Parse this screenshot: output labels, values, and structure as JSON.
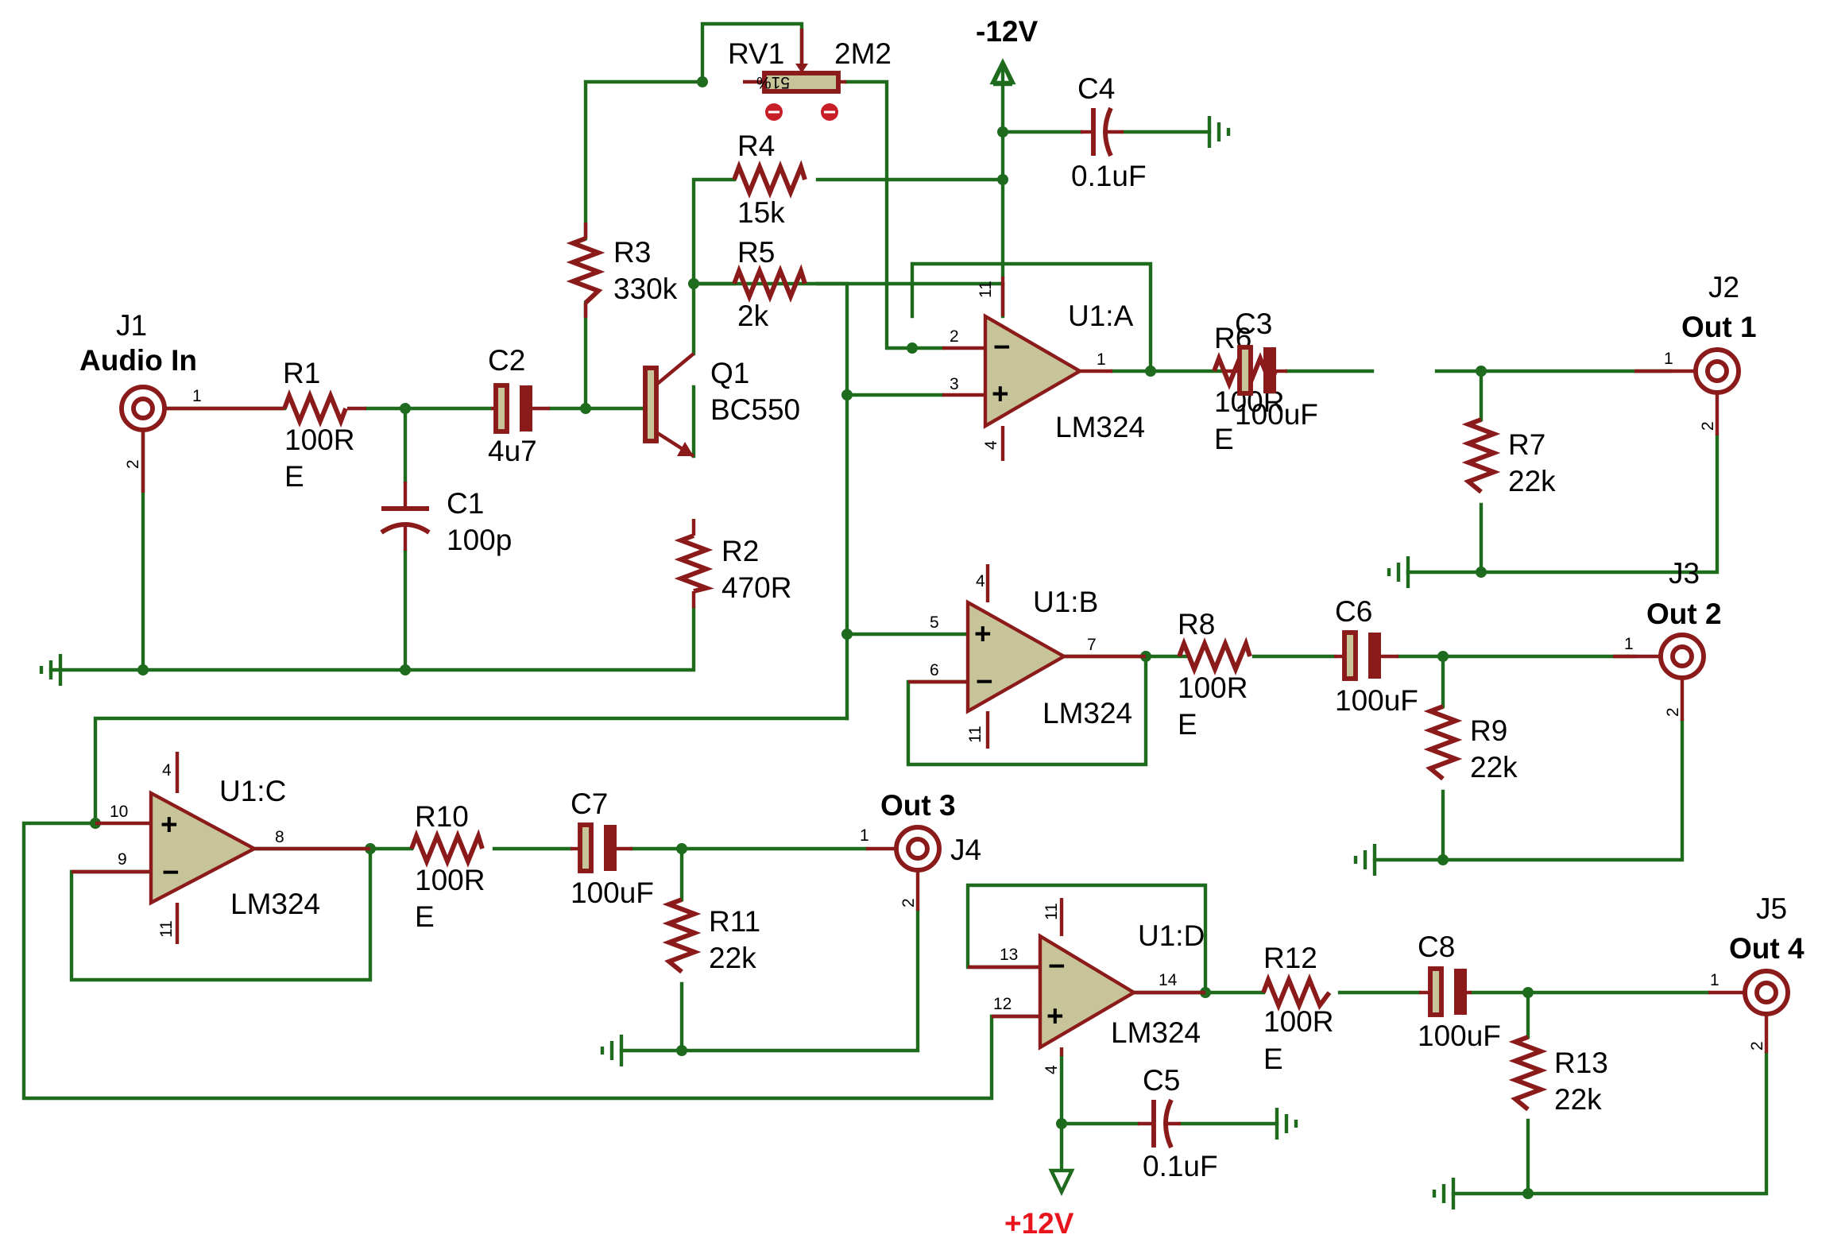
{
  "power": {
    "neg": "-12V",
    "pos": "+12V"
  },
  "components": {
    "J1": {
      "ref": "J1",
      "label": "Audio In",
      "pin1": "1",
      "pin2": "2"
    },
    "J2": {
      "ref": "J2",
      "label": "Out 1",
      "pin1": "1",
      "pin2": "2"
    },
    "J3": {
      "ref": "J3",
      "label": "Out 2",
      "pin1": "1",
      "pin2": "2"
    },
    "J4": {
      "ref": "J4",
      "label": "Out 3",
      "pin1": "1",
      "pin2": "2"
    },
    "J5": {
      "ref": "J5",
      "label": "Out 4",
      "pin1": "1",
      "pin2": "2"
    },
    "R1": {
      "ref": "R1",
      "value": "100R",
      "extra": "E"
    },
    "R2": {
      "ref": "R2",
      "value": "470R"
    },
    "R3": {
      "ref": "R3",
      "value": "330k"
    },
    "R4": {
      "ref": "R4",
      "value": "15k"
    },
    "R5": {
      "ref": "R5",
      "value": "2k"
    },
    "R6": {
      "ref": "R6",
      "value": "100R",
      "extra": "E"
    },
    "R7": {
      "ref": "R7",
      "value": "22k"
    },
    "R8": {
      "ref": "R8",
      "value": "100R",
      "extra": "E"
    },
    "R9": {
      "ref": "R9",
      "value": "22k"
    },
    "R10": {
      "ref": "R10",
      "value": "100R",
      "extra": "E"
    },
    "R11": {
      "ref": "R11",
      "value": "22k"
    },
    "R12": {
      "ref": "R12",
      "value": "100R",
      "extra": "E"
    },
    "R13": {
      "ref": "R13",
      "value": "22k"
    },
    "C1": {
      "ref": "C1",
      "value": "100p"
    },
    "C2": {
      "ref": "C2",
      "value": "4u7"
    },
    "C3": {
      "ref": "C3",
      "value": "100uF"
    },
    "C4": {
      "ref": "C4",
      "value": "0.1uF"
    },
    "C5": {
      "ref": "C5",
      "value": "0.1uF"
    },
    "C6": {
      "ref": "C6",
      "value": "100uF"
    },
    "C7": {
      "ref": "C7",
      "value": "100uF"
    },
    "C8": {
      "ref": "C8",
      "value": "100uF"
    },
    "Q1": {
      "ref": "Q1",
      "value": "BC550"
    },
    "RV1": {
      "ref": "RV1",
      "value": "2M2",
      "setting": "51%"
    },
    "U1A": {
      "ref": "U1:A",
      "value": "LM324",
      "pins": [
        "2",
        "3",
        "1",
        "11",
        "4"
      ]
    },
    "U1B": {
      "ref": "U1:B",
      "value": "LM324",
      "pins": [
        "5",
        "6",
        "7",
        "4",
        "11"
      ]
    },
    "U1C": {
      "ref": "U1:C",
      "value": "LM324",
      "pins": [
        "10",
        "9",
        "8",
        "4",
        "11"
      ]
    },
    "U1D": {
      "ref": "U1:D",
      "value": "LM324",
      "pins": [
        "13",
        "12",
        "14",
        "11",
        "4"
      ]
    }
  },
  "symbols": {
    "plus": "+",
    "minus": "−"
  }
}
